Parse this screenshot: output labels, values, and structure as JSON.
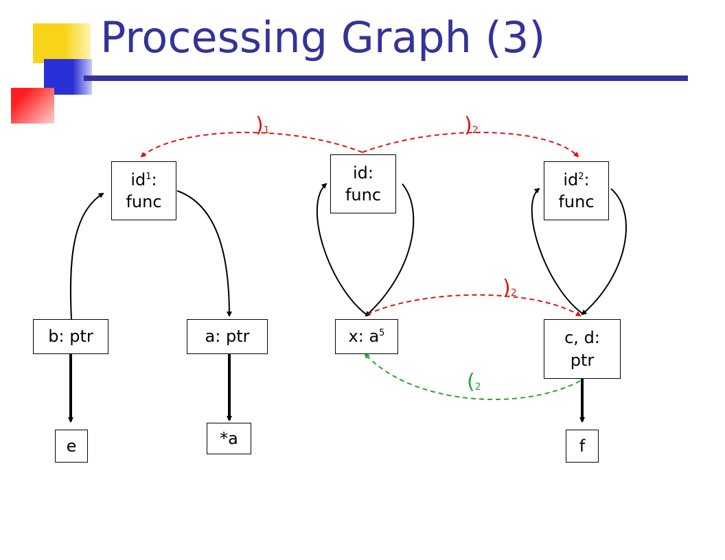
{
  "title": "Processing Graph (3)",
  "colors": {
    "title": "#333399",
    "call_edge": "#dd1111",
    "return_edge": "#22aa33",
    "edge": "#000000"
  },
  "nodes": {
    "id1": {
      "main": "id",
      "sup": "1",
      "colon": ":",
      "line2": "func"
    },
    "id": {
      "line1": "id:",
      "line2": "func"
    },
    "id2": {
      "main": "id",
      "sup": "2",
      "colon": ":",
      "line2": "func"
    },
    "b": {
      "label": "b: ptr"
    },
    "a": {
      "label": "a: ptr"
    },
    "x": {
      "main": "x: a",
      "sup": "5"
    },
    "cd": {
      "line1": "c, d:",
      "line2": "ptr"
    },
    "e": {
      "label": "e"
    },
    "star_a": {
      "label": "*a"
    },
    "f": {
      "label": "f"
    }
  },
  "edge_labels": {
    "close1": {
      "paren": ")",
      "sub": "1"
    },
    "close2_top": {
      "paren": ")",
      "sub": "2"
    },
    "close2_mid": {
      "paren": ")",
      "sub": "2"
    },
    "open2": {
      "paren": "(",
      "sub": "2"
    }
  }
}
